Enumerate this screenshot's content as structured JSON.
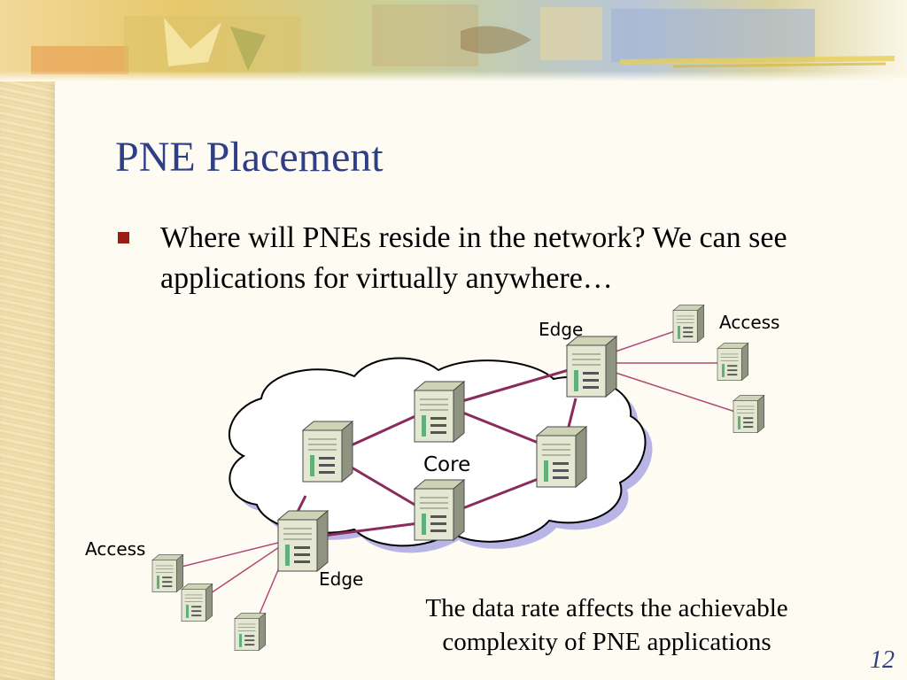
{
  "slide": {
    "title": "PNE Placement",
    "bullet": "Where will PNEs reside in the network?  We can see applications for virtually anywhere…",
    "caption": "The data rate affects the achievable complexity of PNE applications",
    "page_number": "12"
  },
  "diagram": {
    "labels": {
      "edge_top": "Edge",
      "access_top": "Access",
      "core": "Core",
      "access_left": "Access",
      "edge_bottom": "Edge"
    },
    "colors": {
      "link": "#8b2a5c",
      "access_link": "#b04a78",
      "cloud_shadow": "#b9b4e6",
      "title": "#2f3f86",
      "bullet": "#9c1c12"
    }
  }
}
